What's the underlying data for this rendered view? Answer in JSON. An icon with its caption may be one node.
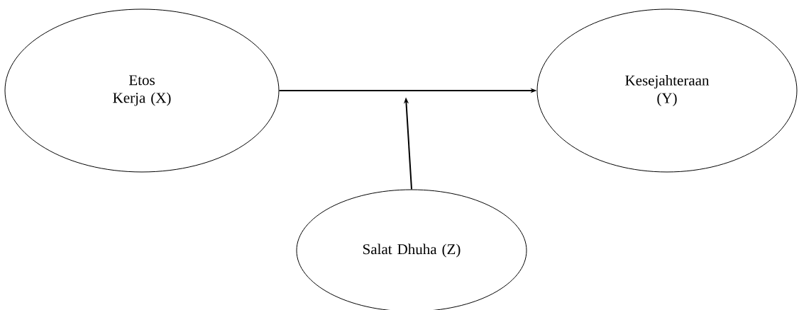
{
  "diagram": {
    "nodes": [
      {
        "text": [
          "Etos Kerja (X)"
        ]
      },
      {
        "text": [
          "Kesejahteraan (Y)"
        ]
      },
      {
        "text": [
          "Salat Dhuha (Z)"
        ]
      }
    ],
    "edges": [
      {
        "from": 0,
        "to": 1,
        "arrow": "to"
      },
      {
        "from": 2,
        "to": null,
        "arrow": "to"
      }
    ]
  }
}
